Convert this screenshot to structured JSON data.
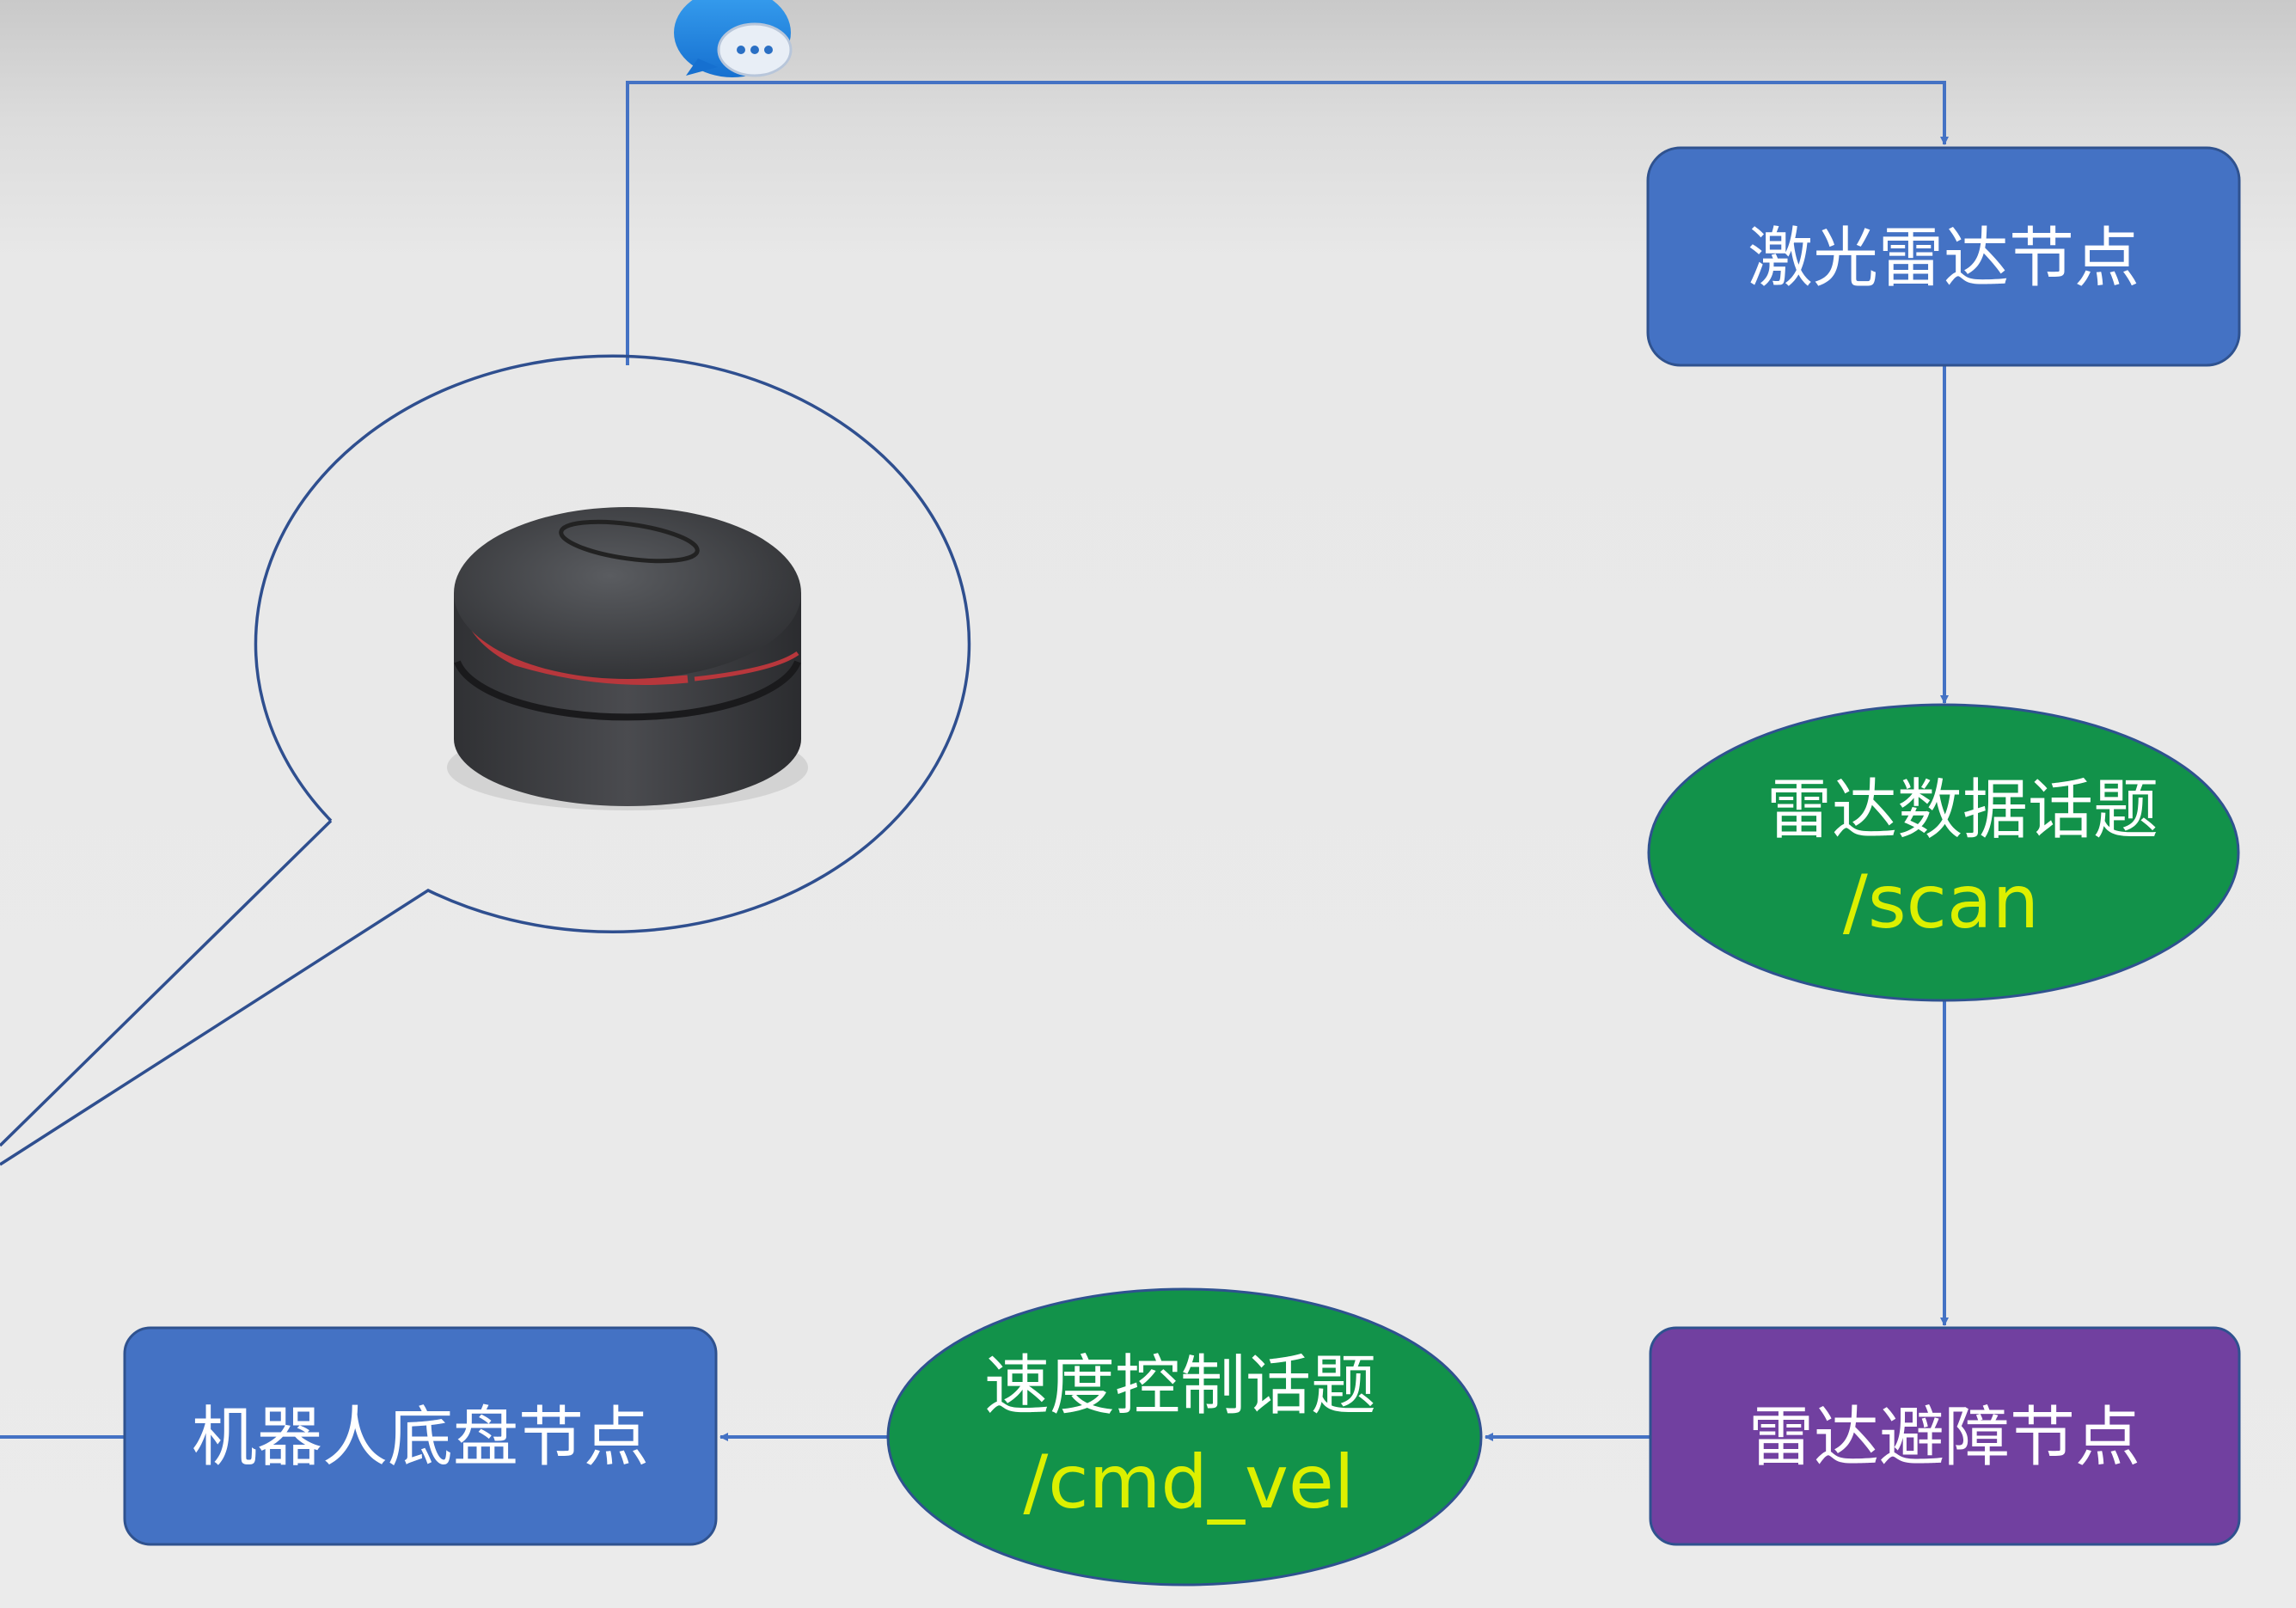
{
  "nodes": {
    "lidar_node": {
      "label": "激光雷达节点",
      "color": "#4472c4"
    },
    "avoid_node": {
      "label": "雷达避障节点",
      "color": "#7140a0"
    },
    "chassis_node": {
      "label": "机器人底盘节点",
      "color": "#4472c4"
    }
  },
  "topics": {
    "scan": {
      "label": "雷达数据话题",
      "name": "/scan",
      "color": "#12924a"
    },
    "cmd_vel": {
      "label": "速度控制话题",
      "name": "/cmd_vel",
      "color": "#12924a"
    }
  },
  "colors": {
    "edge": "#4472c4",
    "topic_name": "#dcf000",
    "node_border": "#2f528f",
    "callout_border": "#2f4f8f"
  },
  "icons": {
    "top": "chat-bubble-icon",
    "device": "lidar-sensor-icon"
  }
}
